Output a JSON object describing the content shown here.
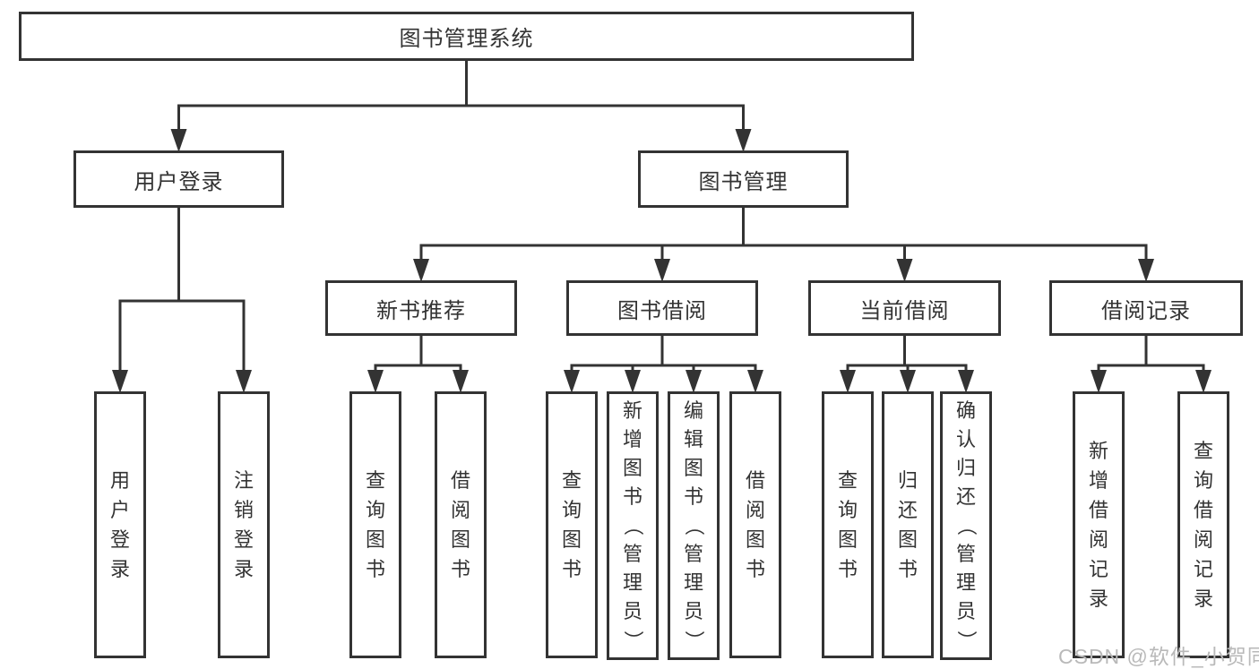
{
  "diagram": {
    "nodes": [
      {
        "id": "root",
        "label": "图书管理系统",
        "orientation": "horizontal"
      },
      {
        "id": "user-login",
        "label": "用户登录",
        "orientation": "horizontal"
      },
      {
        "id": "book-mgmt",
        "label": "图书管理",
        "orientation": "horizontal"
      },
      {
        "id": "new-rec",
        "label": "新书推荐",
        "orientation": "horizontal"
      },
      {
        "id": "borrow",
        "label": "图书借阅",
        "orientation": "horizontal"
      },
      {
        "id": "current",
        "label": "当前借阅",
        "orientation": "horizontal"
      },
      {
        "id": "records",
        "label": "借阅记录",
        "orientation": "horizontal"
      },
      {
        "id": "login",
        "label": "用户登录",
        "orientation": "vertical"
      },
      {
        "id": "logout",
        "label": "注销登录",
        "orientation": "vertical"
      },
      {
        "id": "nr-query",
        "label": "查询图书",
        "orientation": "vertical"
      },
      {
        "id": "nr-borrow",
        "label": "借阅图书",
        "orientation": "vertical"
      },
      {
        "id": "b-query",
        "label": "查询图书",
        "orientation": "vertical"
      },
      {
        "id": "b-add",
        "label": "新增图书（管理员）",
        "orientation": "vertical"
      },
      {
        "id": "b-edit",
        "label": "编辑图书（管理员）",
        "orientation": "vertical"
      },
      {
        "id": "b-borrow",
        "label": "借阅图书",
        "orientation": "vertical"
      },
      {
        "id": "c-query",
        "label": "查询图书",
        "orientation": "vertical"
      },
      {
        "id": "c-return",
        "label": "归还图书",
        "orientation": "vertical"
      },
      {
        "id": "c-confirm",
        "label": "确认归还（管理员）",
        "orientation": "vertical"
      },
      {
        "id": "r-add",
        "label": "新增借阅记录",
        "orientation": "vertical"
      },
      {
        "id": "r-query",
        "label": "查询借阅记录",
        "orientation": "vertical"
      }
    ],
    "edges": [
      {
        "from": "root",
        "to": [
          "user-login",
          "book-mgmt"
        ]
      },
      {
        "from": "user-login",
        "to": [
          "login",
          "logout"
        ]
      },
      {
        "from": "book-mgmt",
        "to": [
          "new-rec",
          "borrow",
          "current",
          "records"
        ]
      },
      {
        "from": "new-rec",
        "to": [
          "nr-query",
          "nr-borrow"
        ]
      },
      {
        "from": "borrow",
        "to": [
          "b-query",
          "b-add",
          "b-edit",
          "b-borrow"
        ]
      },
      {
        "from": "current",
        "to": [
          "c-query",
          "c-return",
          "c-confirm"
        ]
      },
      {
        "from": "records",
        "to": [
          "r-add",
          "r-query"
        ]
      }
    ],
    "colors": {
      "line": "#333333",
      "box_border": "#333333",
      "box_fill": "#ffffff",
      "text": "#333333",
      "background": "#ffffff",
      "watermark": "#b9b9b9"
    }
  },
  "watermark": {
    "text": "CSDN @软件_小贺同学"
  }
}
